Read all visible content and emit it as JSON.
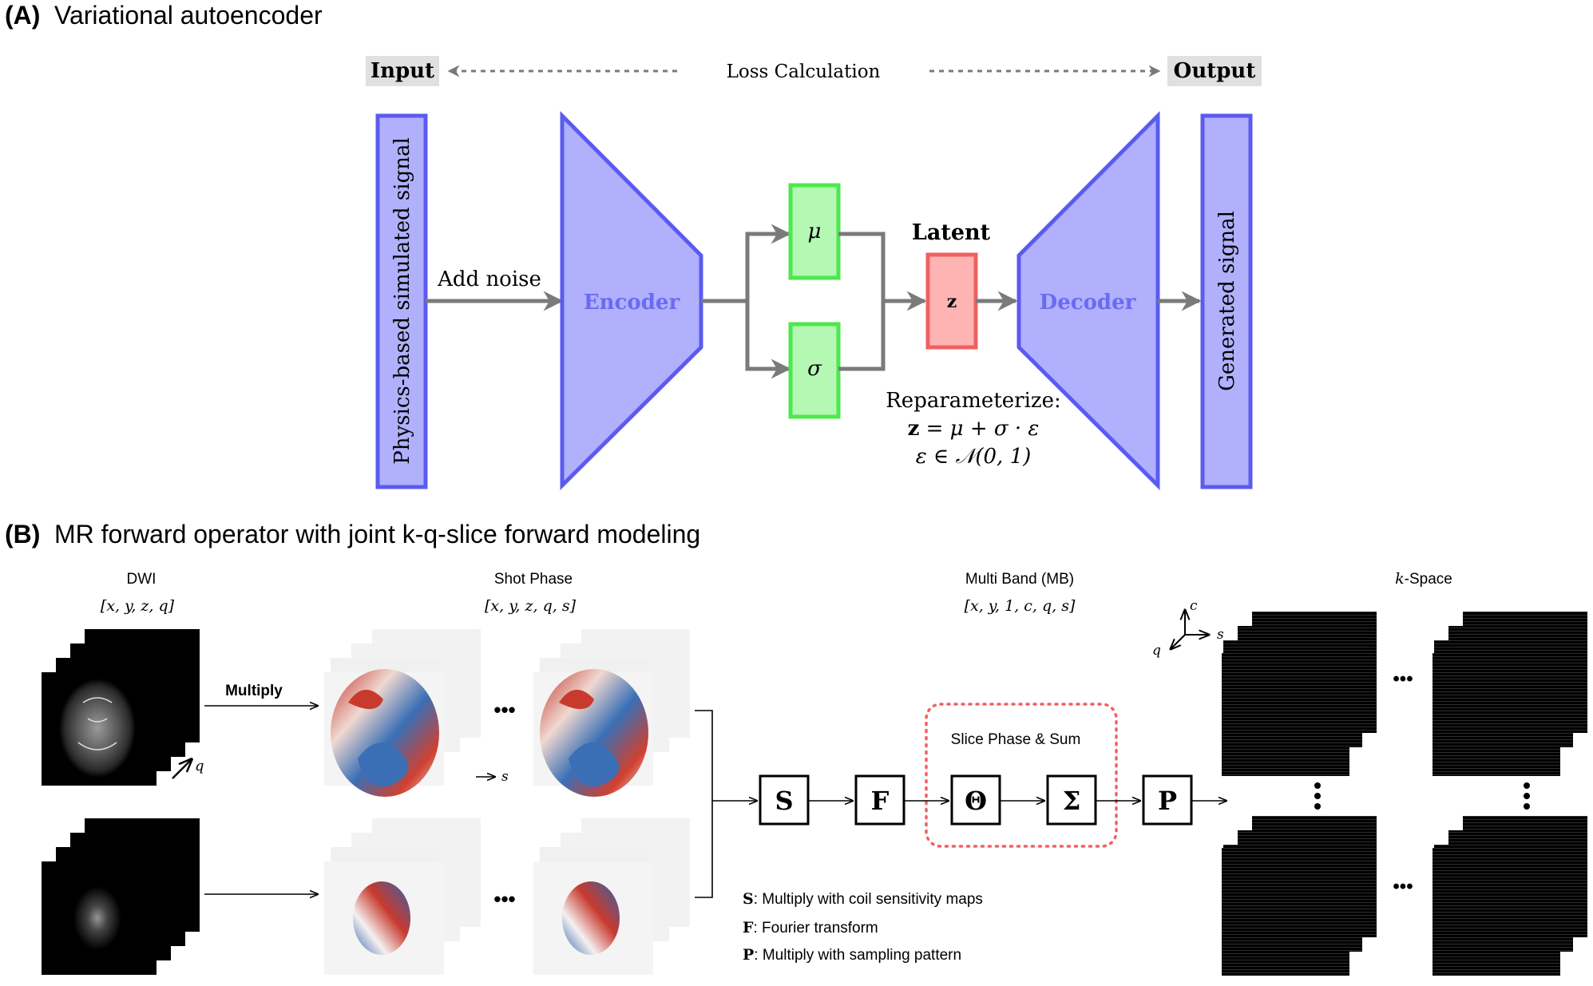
{
  "panel_a": {
    "letter": "(A)",
    "title": "Variational autoencoder",
    "input_label": "Input",
    "output_label": "Output",
    "loss_label": "Loss Calculation",
    "input_block": "Physics-based simulated signal",
    "add_noise": "Add noise",
    "encoder": "Encoder",
    "mu": "μ",
    "sigma": "σ",
    "latent": "Latent",
    "z": "z",
    "decoder": "Decoder",
    "output_block": "Generated signal",
    "reparam_title": "Reparameterize:",
    "reparam_eq1_lhs": "z",
    "reparam_eq1_rhs": " = μ + σ · ε",
    "reparam_eq2": "ε ∈ 𝒩(0, 1)"
  },
  "panel_b": {
    "letter": "(B)",
    "title": "MR forward operator with joint k-q-slice forward modeling",
    "dwi_label": "DWI",
    "dwi_dims": "[x, y, z, q]",
    "shot_label": "Shot Phase",
    "shot_dims": "[x, y, z, q, s]",
    "mb_label": "Multi Band (MB)",
    "mb_dims": "[x, y, 1, c, q, s]",
    "kspace_k": "k",
    "kspace_rest": "-Space",
    "multiply": "Multiply",
    "q_axis": "q",
    "s_axis": "s",
    "c_axis": "c",
    "ellipsis": "•••",
    "slice_phase_sum": "Slice Phase & Sum",
    "operators": [
      "S",
      "F",
      "Θ",
      "Σ",
      "P"
    ],
    "legend": [
      {
        "symbol": "S",
        "text": ": Multiply with coil sensitivity maps"
      },
      {
        "symbol": "F",
        "text": ": Fourier transform"
      },
      {
        "symbol": "P",
        "text": ": Multiply with sampling pattern"
      }
    ]
  },
  "colors": {
    "block_fill": "#b0b0fc",
    "block_stroke": "#5b5bf0",
    "block_text": "#6a6af2",
    "green_fill": "#b4f8b4",
    "green_stroke": "#4de84d",
    "red_fill": "#ffb4b4",
    "red_stroke": "#f06060",
    "arrow_gray": "#7a7a7a",
    "label_bg": "#e0e0e0",
    "dotted_red": "#f06060"
  }
}
